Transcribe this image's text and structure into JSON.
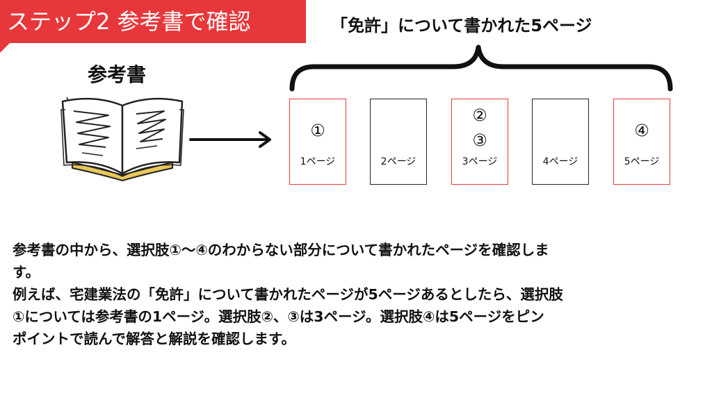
{
  "header": {
    "title": "ステップ2 参考書で確認"
  },
  "diagram": {
    "caption": "「免許」について書かれた5ページ",
    "book_label": "参考書",
    "pages": [
      {
        "label": "1ページ",
        "markers": [
          "①"
        ],
        "highlighted": true
      },
      {
        "label": "2ページ",
        "markers": [],
        "highlighted": false
      },
      {
        "label": "3ページ",
        "markers": [
          "②",
          "③"
        ],
        "highlighted": true
      },
      {
        "label": "4ページ",
        "markers": [],
        "highlighted": false
      },
      {
        "label": "5ページ",
        "markers": [
          "④"
        ],
        "highlighted": true
      }
    ]
  },
  "body": {
    "lines": [
      "参考書の中から、選択肢①〜④のわからない部分について書かれたページを確認しま",
      "す。",
      "例えば、宅建業法の「免許」について書かれたページが5ページあるとしたら、選択肢",
      "①については参考書の1ページ。選択肢②、③は3ページ。選択肢④は5ページをピン",
      "ポイントで読んで解答と解説を確認します。"
    ]
  },
  "colors": {
    "accent": "#e8373a",
    "text": "#111111",
    "book_spine": "#e8c85a"
  }
}
